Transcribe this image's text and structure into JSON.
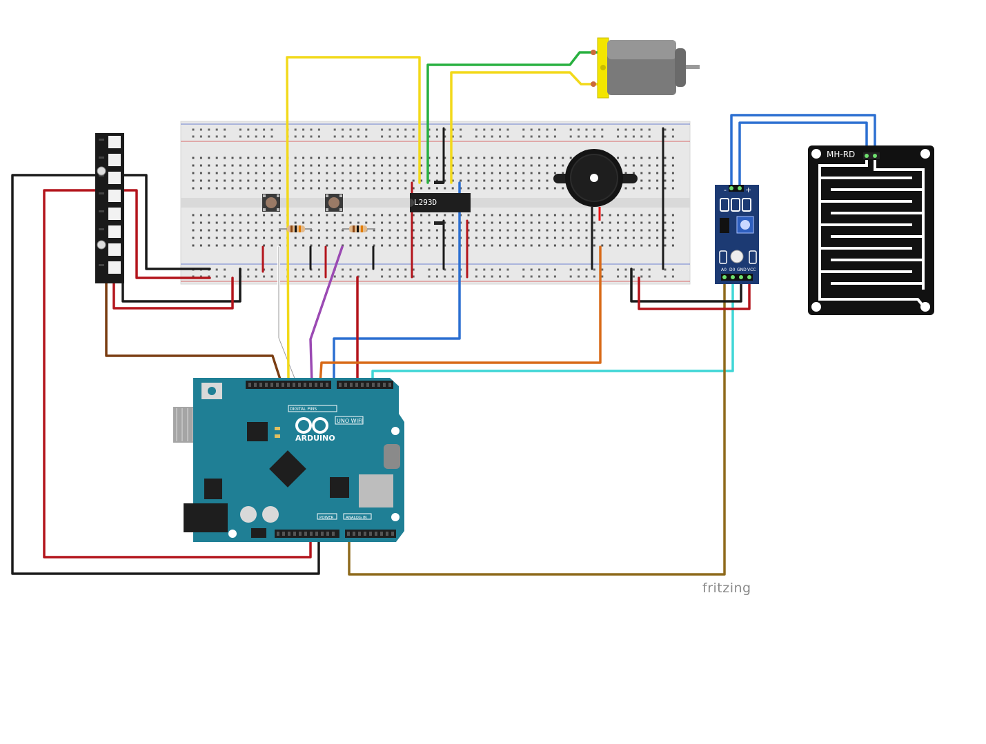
{
  "labels": {
    "driver_chip": "L293D",
    "rain_sensor": "MH-RD",
    "arduino_brand": "ARDUINO",
    "arduino_model": "UNO WIFI",
    "digital_pins": "DIGITAL PINS",
    "power": "POWER",
    "analog_in": "ANALOG IN",
    "module_pins": [
      "A0",
      "D0",
      "GND",
      "VCC"
    ],
    "module_top_pins": [
      "-",
      "+"
    ],
    "watermark": "fritzing"
  },
  "colors": {
    "board_teal": "#1f7f95",
    "wire_red": "#b3141b",
    "wire_black": "#1a1a1a",
    "wire_yellow": "#f2d91a",
    "wire_green": "#28b040",
    "wire_blue": "#2b6fd1",
    "wire_cyan": "#3fd6d6",
    "wire_orange": "#d86a18",
    "wire_brown": "#7a3d12",
    "wire_olive": "#8e6a1c",
    "wire_purple": "#9b4ab3",
    "motor_yellow": "#f3e500",
    "breadboard": "#e9e9e9"
  },
  "components": [
    "breadboard",
    "led-strip",
    "dc-motor",
    "l293d-driver",
    "push-button",
    "push-button",
    "resistor",
    "resistor",
    "piezo-buzzer",
    "rain-sensor-module",
    "rain-sensor-plate",
    "arduino-uno-wifi"
  ]
}
